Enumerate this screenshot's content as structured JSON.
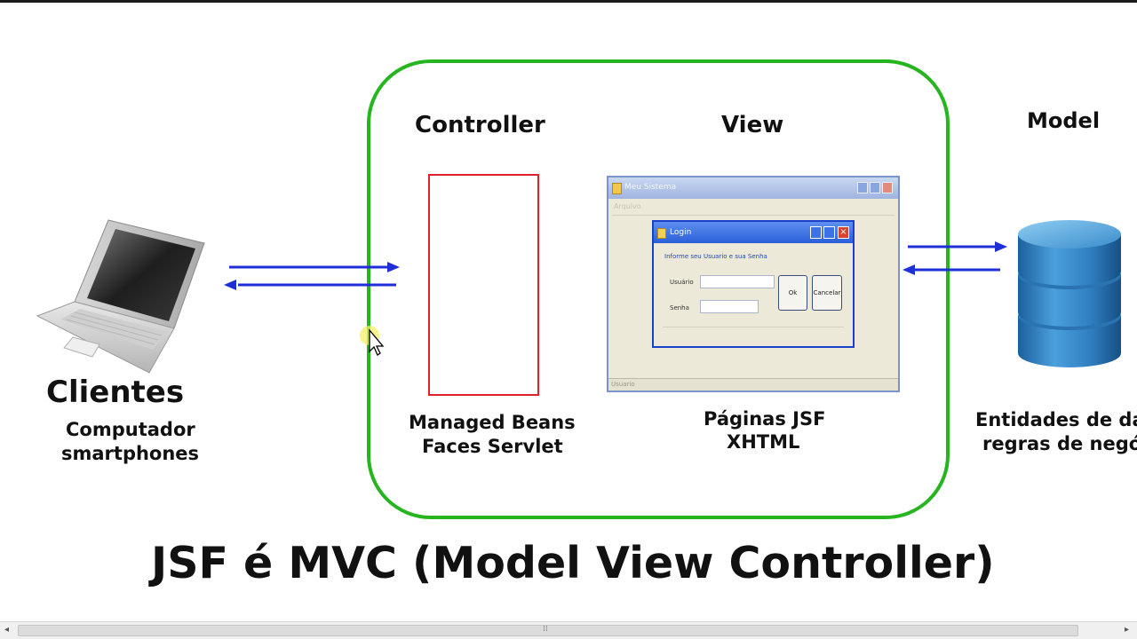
{
  "heading": {
    "controller": "Controller",
    "view": "View",
    "model": "Model"
  },
  "clients": {
    "title": "Clientes",
    "line1": "Computador",
    "line2": "smartphones"
  },
  "controller_caption": {
    "line1": "Managed Beans",
    "line2": "Faces Servlet"
  },
  "view_caption": {
    "line1": "Páginas JSF",
    "line2": "XHTML"
  },
  "model_caption": {
    "line1": "Entidades de dad",
    "line2": "regras de negóc"
  },
  "main_title": "JSF é MVC (Model View Controller)",
  "screenshot": {
    "window_title": "Meu Sistema",
    "menu": "Arquivo",
    "status": "Usuario",
    "dialog": {
      "title": "Login",
      "info": "Informe seu Usuario e sua Senha",
      "user_label": "Usuário",
      "password_label": "Senha",
      "ok": "Ok",
      "cancel": "Cancelar"
    }
  },
  "colors": {
    "mvc_border": "#25b51e",
    "controller_border": "#e0212b",
    "arrow": "#1f2fd8",
    "database": "#2f7fc0"
  },
  "icons": {
    "laptop": "laptop-icon",
    "database": "database-icon",
    "cursor": "mouse-cursor-icon"
  }
}
